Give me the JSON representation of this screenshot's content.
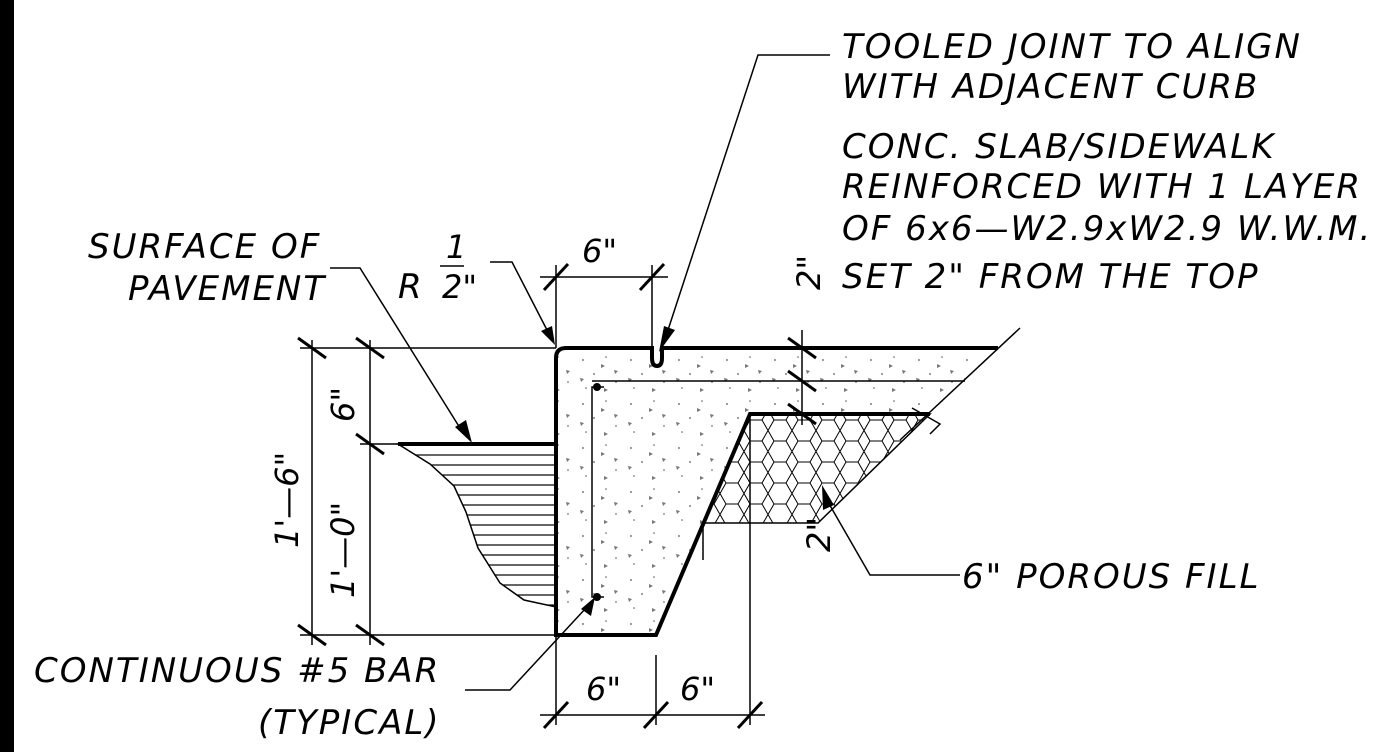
{
  "labels": {
    "tooled_joint_1": "TOOLED JOINT TO ALIGN",
    "tooled_joint_2": "WITH ADJACENT CURB",
    "slab_1": "CONC. SLAB/SIDEWALK",
    "slab_2": "REINFORCED WITH 1 LAYER",
    "slab_3": "OF 6x6—W2.9xW2.9 W.W.M.",
    "slab_4": "SET 2\" FROM THE TOP",
    "surface_1": "SURFACE OF",
    "surface_2": "PAVEMENT",
    "radius_r": "R",
    "radius_num": "1",
    "radius_den": "2\"",
    "porous_fill": "6\" POROUS FILL",
    "bar_1": "CONTINUOUS #5 BAR",
    "bar_2": "(TYPICAL)"
  },
  "dimensions": {
    "top_width": "6\"",
    "slab_offset": "2\"",
    "fill_offset": "2\"",
    "overall_height": "1'—6\"",
    "upper_height": "6\"",
    "lower_height": "1'—0\"",
    "bottom_width_1": "6\"",
    "bottom_width_2": "6\""
  },
  "colors": {
    "line": "#000000",
    "background": "#ffffff"
  }
}
